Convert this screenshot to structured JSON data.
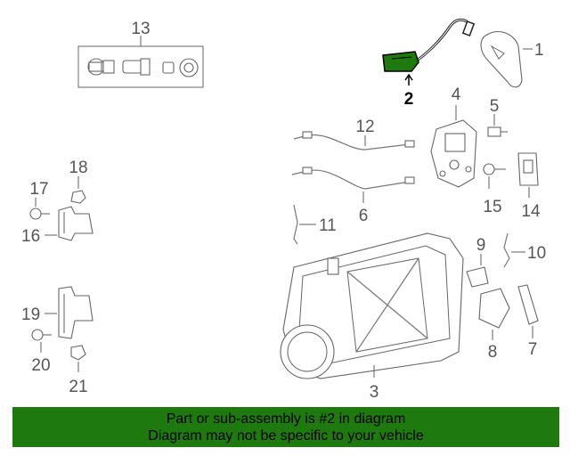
{
  "callouts": {
    "c1": "1",
    "c2": "2",
    "c3": "3",
    "c4": "4",
    "c5": "5",
    "c6": "6",
    "c7": "7",
    "c8": "8",
    "c9": "9",
    "c10": "10",
    "c11": "11",
    "c12": "12",
    "c13": "13",
    "c14": "14",
    "c15": "15",
    "c16": "16",
    "c17": "17",
    "c18": "18",
    "c19": "19",
    "c20": "20",
    "c21": "21"
  },
  "highlight": {
    "part_number": "2",
    "color": "#1e7a0e"
  },
  "banner": {
    "line1": "Part or sub-assembly is #2 in diagram",
    "line2": "Diagram may not be specific to your vehicle",
    "background": "#1e7a0e"
  }
}
